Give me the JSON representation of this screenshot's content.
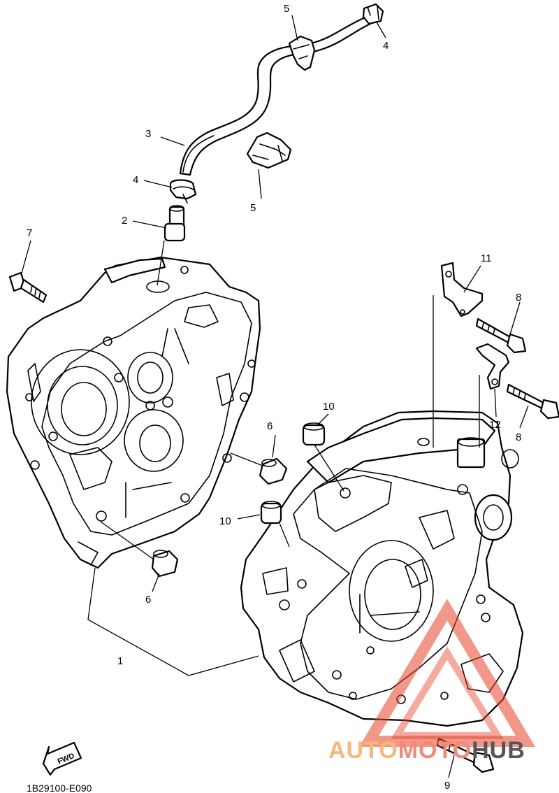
{
  "diagram_code": "1B29100-E090",
  "fwd_label": "FWD",
  "watermark": {
    "part1": "AUTO",
    "part2": "MOTO",
    "part3": "HUB",
    "color_auto": "#f5b87a",
    "color_moto": "#f08a7a",
    "color_hub": "#555555",
    "triangle_color": "#e8432c"
  },
  "callouts": {
    "c1": "1",
    "c2": "2",
    "c3": "3",
    "c4a": "4",
    "c4b": "4",
    "c5a": "5",
    "c5b": "5",
    "c6a": "6",
    "c6b": "6",
    "c7": "7",
    "c8a": "8",
    "c8b": "8",
    "c9": "9",
    "c10a": "10",
    "c10b": "10",
    "c11": "11",
    "c12": "12"
  }
}
